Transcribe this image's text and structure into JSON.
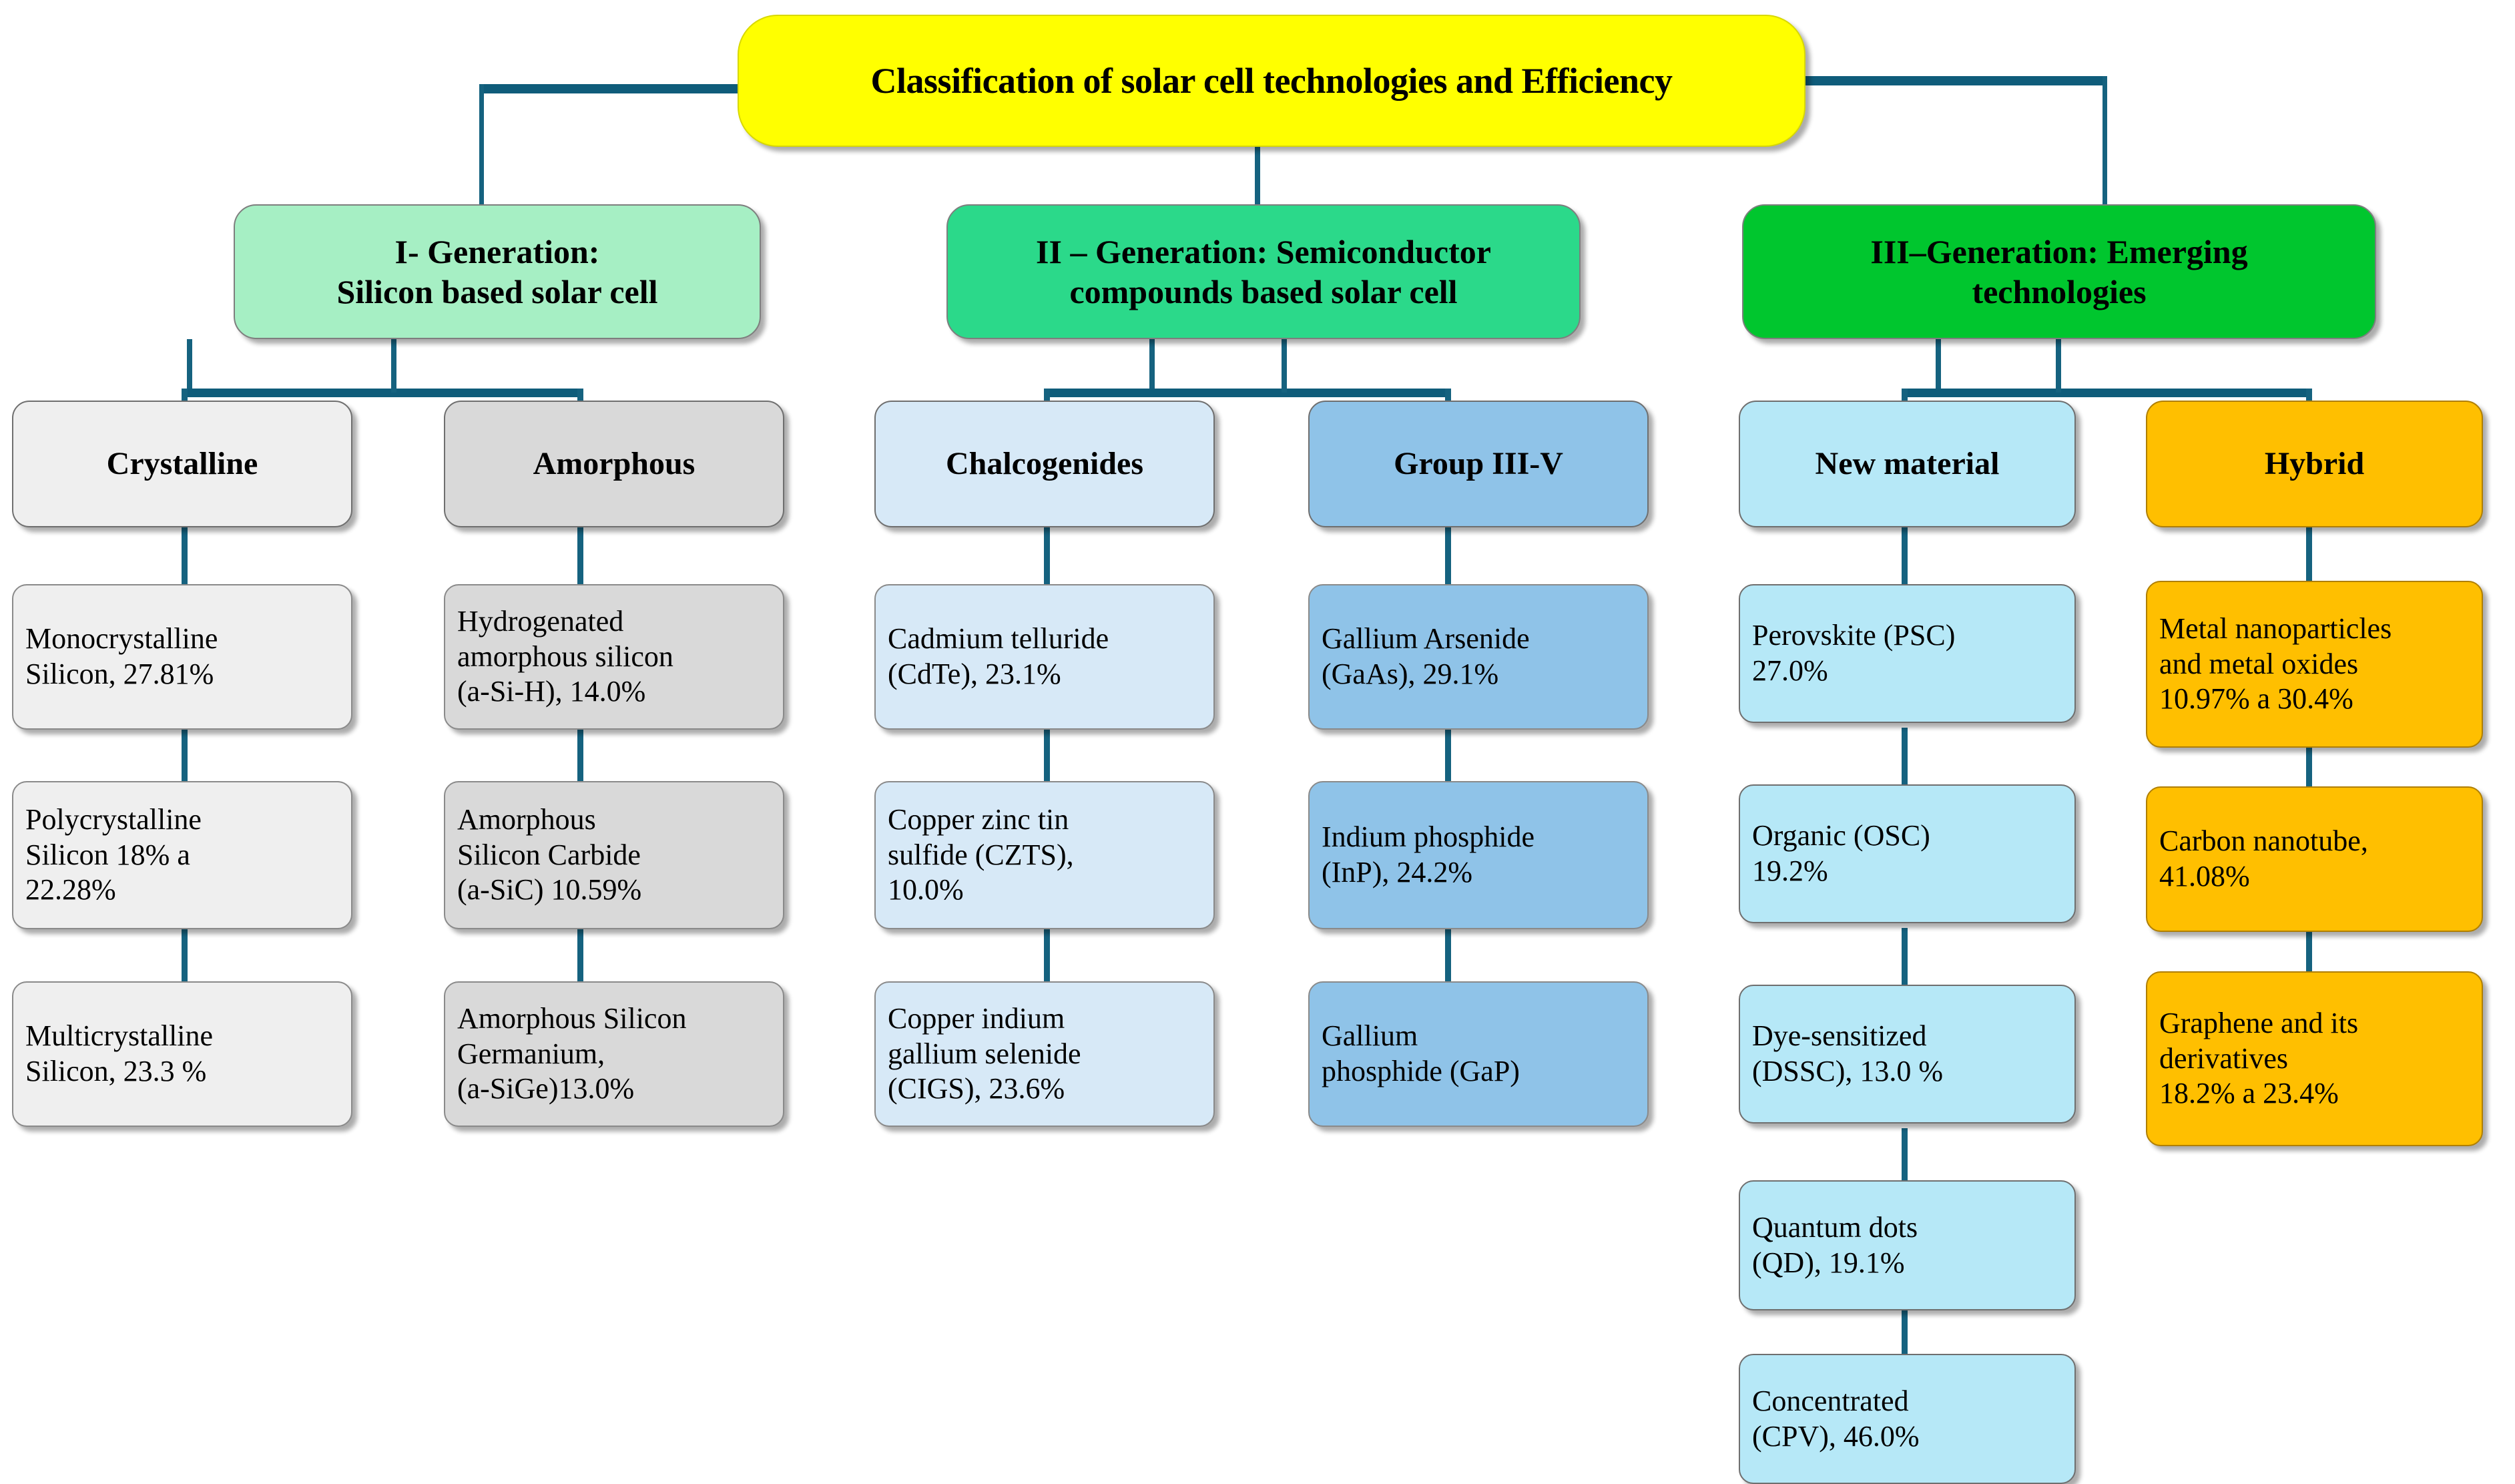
{
  "diagram": {
    "title": "Classification of solar cell technologies and Efficiency",
    "accent_line_color": "#15627f",
    "title_color": "#ffff00"
  },
  "generations": [
    {
      "id": "gen1",
      "label": "I- Generation:\nSilicon based solar cell",
      "color": "#a6efc4"
    },
    {
      "id": "gen2",
      "label": "II – Generation: Semiconductor\ncompounds based solar cell",
      "color": "#2bd98a"
    },
    {
      "id": "gen3",
      "label": "III–Generation: Emerging\ntechnologies",
      "color": "#00c62e"
    }
  ],
  "categories": [
    {
      "id": "crystalline",
      "label": "Crystalline",
      "color": "#efefef"
    },
    {
      "id": "amorphous",
      "label": "Amorphous",
      "color": "#d9d9d9"
    },
    {
      "id": "chalcogenides",
      "label": "Chalcogenides",
      "color": "#d7e9f7"
    },
    {
      "id": "group35",
      "label": "Group III-V",
      "color": "#8fc3e8"
    },
    {
      "id": "newmaterial",
      "label": "New material",
      "color": "#b6e8f7"
    },
    {
      "id": "hybrid",
      "label": "Hybrid",
      "color": "#ffbf00"
    }
  ],
  "leaves": {
    "crystalline": [
      {
        "label": "Monocrystalline\nSilicon, 27.81%",
        "technology": "Monocrystalline Silicon",
        "efficiency": "27.81%"
      },
      {
        "label": "Polycrystalline\nSilicon 18% a\n22.28%",
        "technology": "Polycrystalline Silicon",
        "efficiency": "18% a 22.28%"
      },
      {
        "label": "Multicrystalline\nSilicon,  23.3 %",
        "technology": "Multicrystalline Silicon",
        "efficiency": "23.3 %"
      }
    ],
    "amorphous": [
      {
        "label": "Hydrogenated\namorphous silicon\n(a-Si-H), 14.0%",
        "technology": "Hydrogenated amorphous silicon (a-Si-H)",
        "efficiency": "14.0%"
      },
      {
        "label": "Amorphous\nSilicon Carbide\n(a-SiC) 10.59%",
        "technology": "Amorphous Silicon Carbide (a-SiC)",
        "efficiency": "10.59%"
      },
      {
        "label": "Amorphous Silicon\nGermanium,\n(a-SiGe)13.0%",
        "technology": "Amorphous Silicon Germanium (a-SiGe)",
        "efficiency": "13.0%"
      }
    ],
    "chalcogenides": [
      {
        "label": "Cadmium telluride\n(CdTe), 23.1%",
        "technology": "Cadmium telluride (CdTe)",
        "efficiency": "23.1%"
      },
      {
        "label": "Copper zinc tin\nsulfide (CZTS),\n10.0%",
        "technology": "Copper zinc tin sulfide (CZTS)",
        "efficiency": "10.0%"
      },
      {
        "label": "Copper indium\ngallium selenide\n(CIGS),  23.6%",
        "technology": "Copper indium gallium selenide (CIGS)",
        "efficiency": "23.6%"
      }
    ],
    "group35": [
      {
        "label": "Gallium Arsenide\n(GaAs), 29.1%",
        "technology": "Gallium Arsenide (GaAs)",
        "efficiency": "29.1%"
      },
      {
        "label": "Indium phosphide\n(InP), 24.2%",
        "technology": "Indium phosphide (InP)",
        "efficiency": "24.2%"
      },
      {
        "label": "Gallium\nphosphide (GaP)",
        "technology": "Gallium phosphide (GaP)",
        "efficiency": ""
      }
    ],
    "newmaterial": [
      {
        "label": "Perovskite (PSC)\n      27.0%",
        "technology": "Perovskite (PSC)",
        "efficiency": "27.0%"
      },
      {
        "label": "Organic (OSC)\n19.2%",
        "technology": "Organic (OSC)",
        "efficiency": "19.2%"
      },
      {
        "label": "Dye-sensitized\n(DSSC), 13.0 %",
        "technology": "Dye-sensitized (DSSC)",
        "efficiency": "13.0 %"
      },
      {
        "label": "Quantum dots\n(QD), 19.1%",
        "technology": "Quantum dots (QD)",
        "efficiency": "19.1%"
      },
      {
        "label": "Concentrated\n(CPV), 46.0%",
        "technology": "Concentrated (CPV)",
        "efficiency": "46.0%"
      }
    ],
    "hybrid": [
      {
        "label": "Metal nanoparticles\nand metal oxides\n10.97%  a 30.4%",
        "technology": "Metal nanoparticles and metal oxides",
        "efficiency": "10.97% a 30.4%"
      },
      {
        "label": "Carbon nanotube,\n41.08%",
        "technology": "Carbon nanotube",
        "efficiency": "41.08%"
      },
      {
        "label": "Graphene and its\nderivatives\n18.2% a 23.4%",
        "technology": "Graphene and its derivatives",
        "efficiency": "18.2% a 23.4%"
      }
    ]
  }
}
